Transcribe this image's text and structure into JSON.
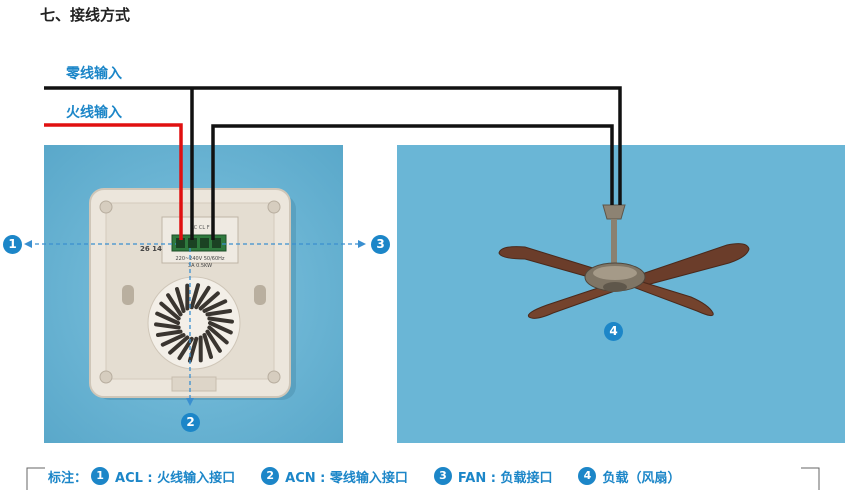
{
  "heading": "七、接线方式",
  "wires": {
    "neutral_input": "零线输入",
    "live_input": "火线输入"
  },
  "markers": {
    "m1": "1",
    "m2": "2",
    "m3": "3",
    "m4": "4"
  },
  "device_labels": {
    "model_top": "AC CL F",
    "rating": "220~240V 50/60Hz",
    "rating2": "3A 0.5KW",
    "pins": "26 14"
  },
  "legend": {
    "lead": "标注：",
    "items": [
      {
        "num": "1",
        "text": "ACL : 火线输入接口"
      },
      {
        "num": "2",
        "text": "ACN : 零线输入接口"
      },
      {
        "num": "3",
        "text": "FAN : 负载接口"
      },
      {
        "num": "4",
        "text": "负载（风扇）"
      }
    ]
  },
  "colors": {
    "accent": "#1c86c8",
    "live_wire": "#e01010",
    "neutral_wire": "#111111",
    "photo_bg": "#6ab6d6"
  }
}
